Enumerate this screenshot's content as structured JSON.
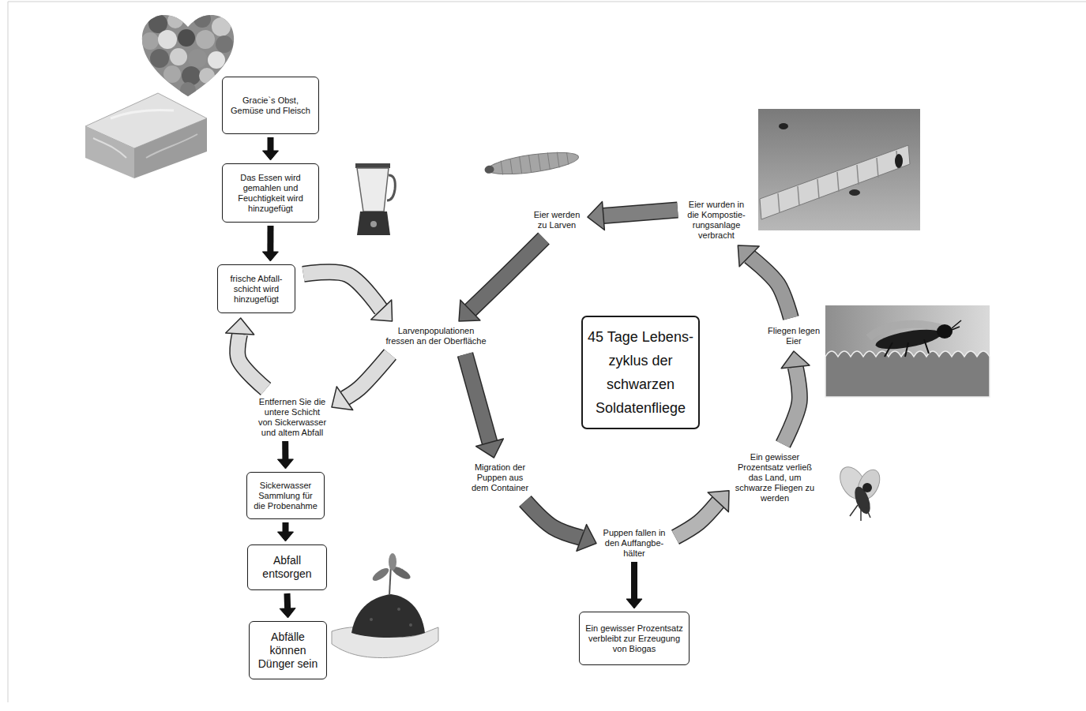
{
  "diagram": {
    "nodes": [
      {
        "text": [
          "Gracie`s Obst, Gemüse und Fleisch"
        ]
      },
      {
        "text": [
          "Das Essen wird gemahlen und Feuchtigkeit wird hinzugefügt"
        ]
      },
      {
        "text": [
          "frische Abfall- schicht wird hinzugefügt"
        ]
      },
      {
        "text": [
          "Eier werden zu Larven"
        ]
      },
      {
        "text": [
          "Eier wurden in die Kompostie- rungsanlage verbracht"
        ]
      },
      {
        "text": [
          "Larvenpopulationen fressen an der Oberfläche"
        ]
      },
      {
        "text": [
          "Fliegen legen Eier"
        ]
      },
      {
        "text": [
          "45 Tage Lebens- zyklus der schwarzen Soldatenfliege"
        ]
      },
      {
        "text": [
          "Entfernen Sie die untere Schicht von Sickerwasser und altem Abfall"
        ]
      },
      {
        "text": [
          "Migration der Puppen aus dem Container"
        ]
      },
      {
        "text": [
          "Ein gewisser Prozentsatz verließ das Land, um schwarze Fliegen zu werden"
        ]
      },
      {
        "text": [
          "Sickerwasser Sammlung für die Probenahme"
        ]
      },
      {
        "text": [
          "Puppen fallen in den Auffangbe- hälter"
        ]
      },
      {
        "text": [
          "Abfall entsorgen"
        ]
      },
      {
        "text": [
          "Ein gewisser Prozentsatz verbleibt zur Erzeugung von Biogas"
        ]
      },
      {
        "text": [
          "Abfälle können Dünger sein"
        ]
      }
    ],
    "edges": [
      {
        "from": 0,
        "to": 1,
        "arrow": "to"
      },
      {
        "from": 1,
        "to": 2,
        "arrow": "to"
      },
      {
        "from": 2,
        "to": 5,
        "arrow": "to"
      },
      {
        "from": 5,
        "to": 8,
        "arrow": "to"
      },
      {
        "from": 8,
        "to": 2,
        "arrow": "to"
      },
      {
        "from": 8,
        "to": 11,
        "arrow": "to"
      },
      {
        "from": 11,
        "to": 13,
        "arrow": "to"
      },
      {
        "from": 13,
        "to": 15,
        "arrow": "to"
      },
      {
        "from": 3,
        "to": 5,
        "arrow": "to"
      },
      {
        "from": 5,
        "to": 9,
        "arrow": "to"
      },
      {
        "from": 9,
        "to": 12,
        "arrow": "to"
      },
      {
        "from": 12,
        "to": 10,
        "arrow": "to"
      },
      {
        "from": 12,
        "to": 14,
        "arrow": "to"
      },
      {
        "from": 10,
        "to": 6,
        "arrow": "to"
      },
      {
        "from": 6,
        "to": 4,
        "arrow": "to"
      },
      {
        "from": 4,
        "to": 3,
        "arrow": "to"
      }
    ]
  }
}
